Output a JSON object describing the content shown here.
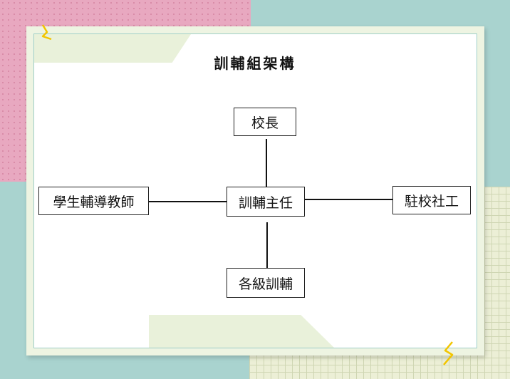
{
  "title": "訓輔組架構",
  "nodes": {
    "principal": "校長",
    "director": "訓輔主任",
    "teachers": "學生輔導教師",
    "social_worker": "駐校社工",
    "level_counseling": "各級訓輔"
  },
  "colors": {
    "pink": "#e8a8c0",
    "teal": "#a9d3cf",
    "grid": "#ecefd6",
    "accent": "#f2c500"
  }
}
